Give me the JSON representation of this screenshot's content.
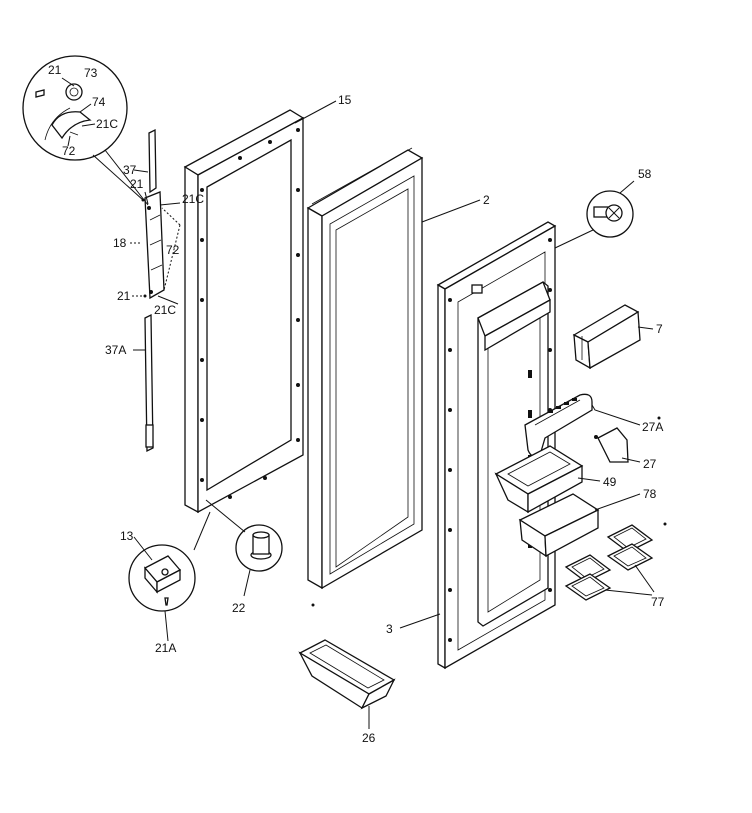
{
  "labels": {
    "p15": "15",
    "p2": "2",
    "p3": "3",
    "p58": "58",
    "p7": "7",
    "p27a": "27A",
    "p27": "27",
    "p49": "49",
    "p78": "78",
    "p77": "77",
    "p26": "26",
    "p22": "22",
    "p13": "13",
    "p21a": "21A",
    "p37": "37",
    "p37a": "37A",
    "p18": "18",
    "p21_top": "21",
    "p21c_top": "21C",
    "p72_mid": "72",
    "p21_bot": "21",
    "p21c_bot": "21C",
    "inset_21": "21",
    "inset_73": "73",
    "inset_74": "74",
    "inset_21c": "21C",
    "inset_72": "72"
  }
}
